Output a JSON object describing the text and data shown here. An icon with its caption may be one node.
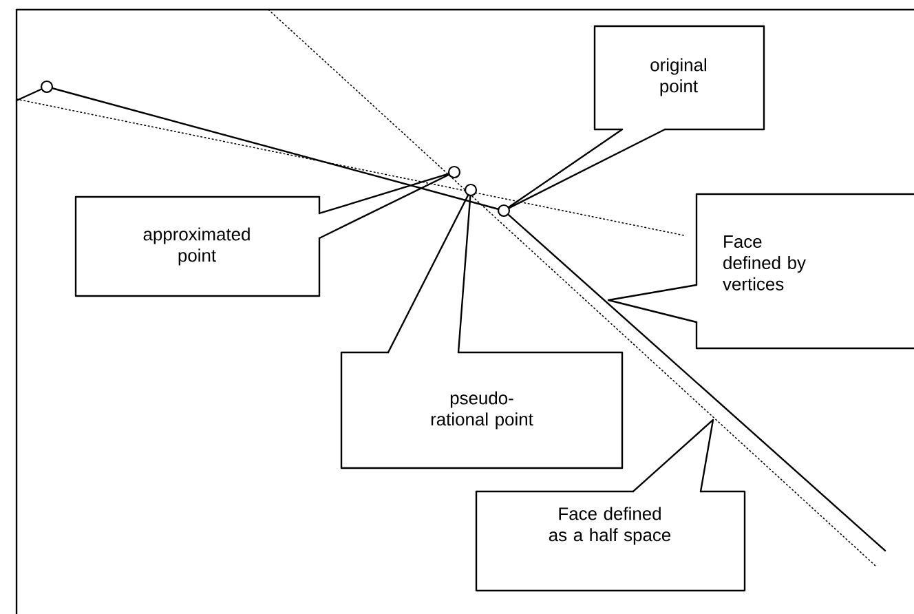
{
  "diagram": {
    "nodes": [
      {
        "text": [
          "original point"
        ]
      },
      {
        "text": [
          "approximated point"
        ]
      },
      {
        "text": [
          "Face defined by vertices"
        ]
      },
      {
        "text": [
          "pseudo-rational point"
        ]
      },
      {
        "text": [
          "Face defined as a half space"
        ]
      },
      {
        "text": [],
        "shape": "circle"
      },
      {
        "text": [],
        "shape": "circle"
      },
      {
        "text": [],
        "shape": "circle"
      },
      {
        "text": [],
        "shape": "circle"
      }
    ],
    "edges": [
      {
        "from": 0,
        "to": 8,
        "arrow": "none"
      },
      {
        "from": 1,
        "to": 6,
        "arrow": "none"
      },
      {
        "from": 2,
        "to": null,
        "arrow": "none"
      },
      {
        "from": 3,
        "to": 7,
        "arrow": "none"
      },
      {
        "from": 4,
        "to": null,
        "arrow": "none"
      }
    ]
  }
}
